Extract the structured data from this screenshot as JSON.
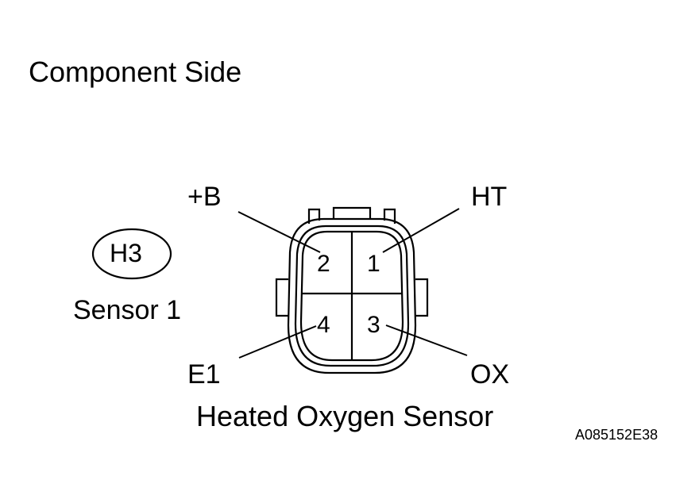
{
  "diagram": {
    "title": "Component Side",
    "connector_code": "H3",
    "sensor_position": "Sensor 1",
    "caption": "Heated Oxygen Sensor",
    "figure_id": "A085152E38",
    "terminals": {
      "b": {
        "name": "+B",
        "pin": "2"
      },
      "ht": {
        "name": "HT",
        "pin": "1"
      },
      "e1": {
        "name": "E1",
        "pin": "4"
      },
      "ox": {
        "name": "OX",
        "pin": "3"
      }
    }
  }
}
